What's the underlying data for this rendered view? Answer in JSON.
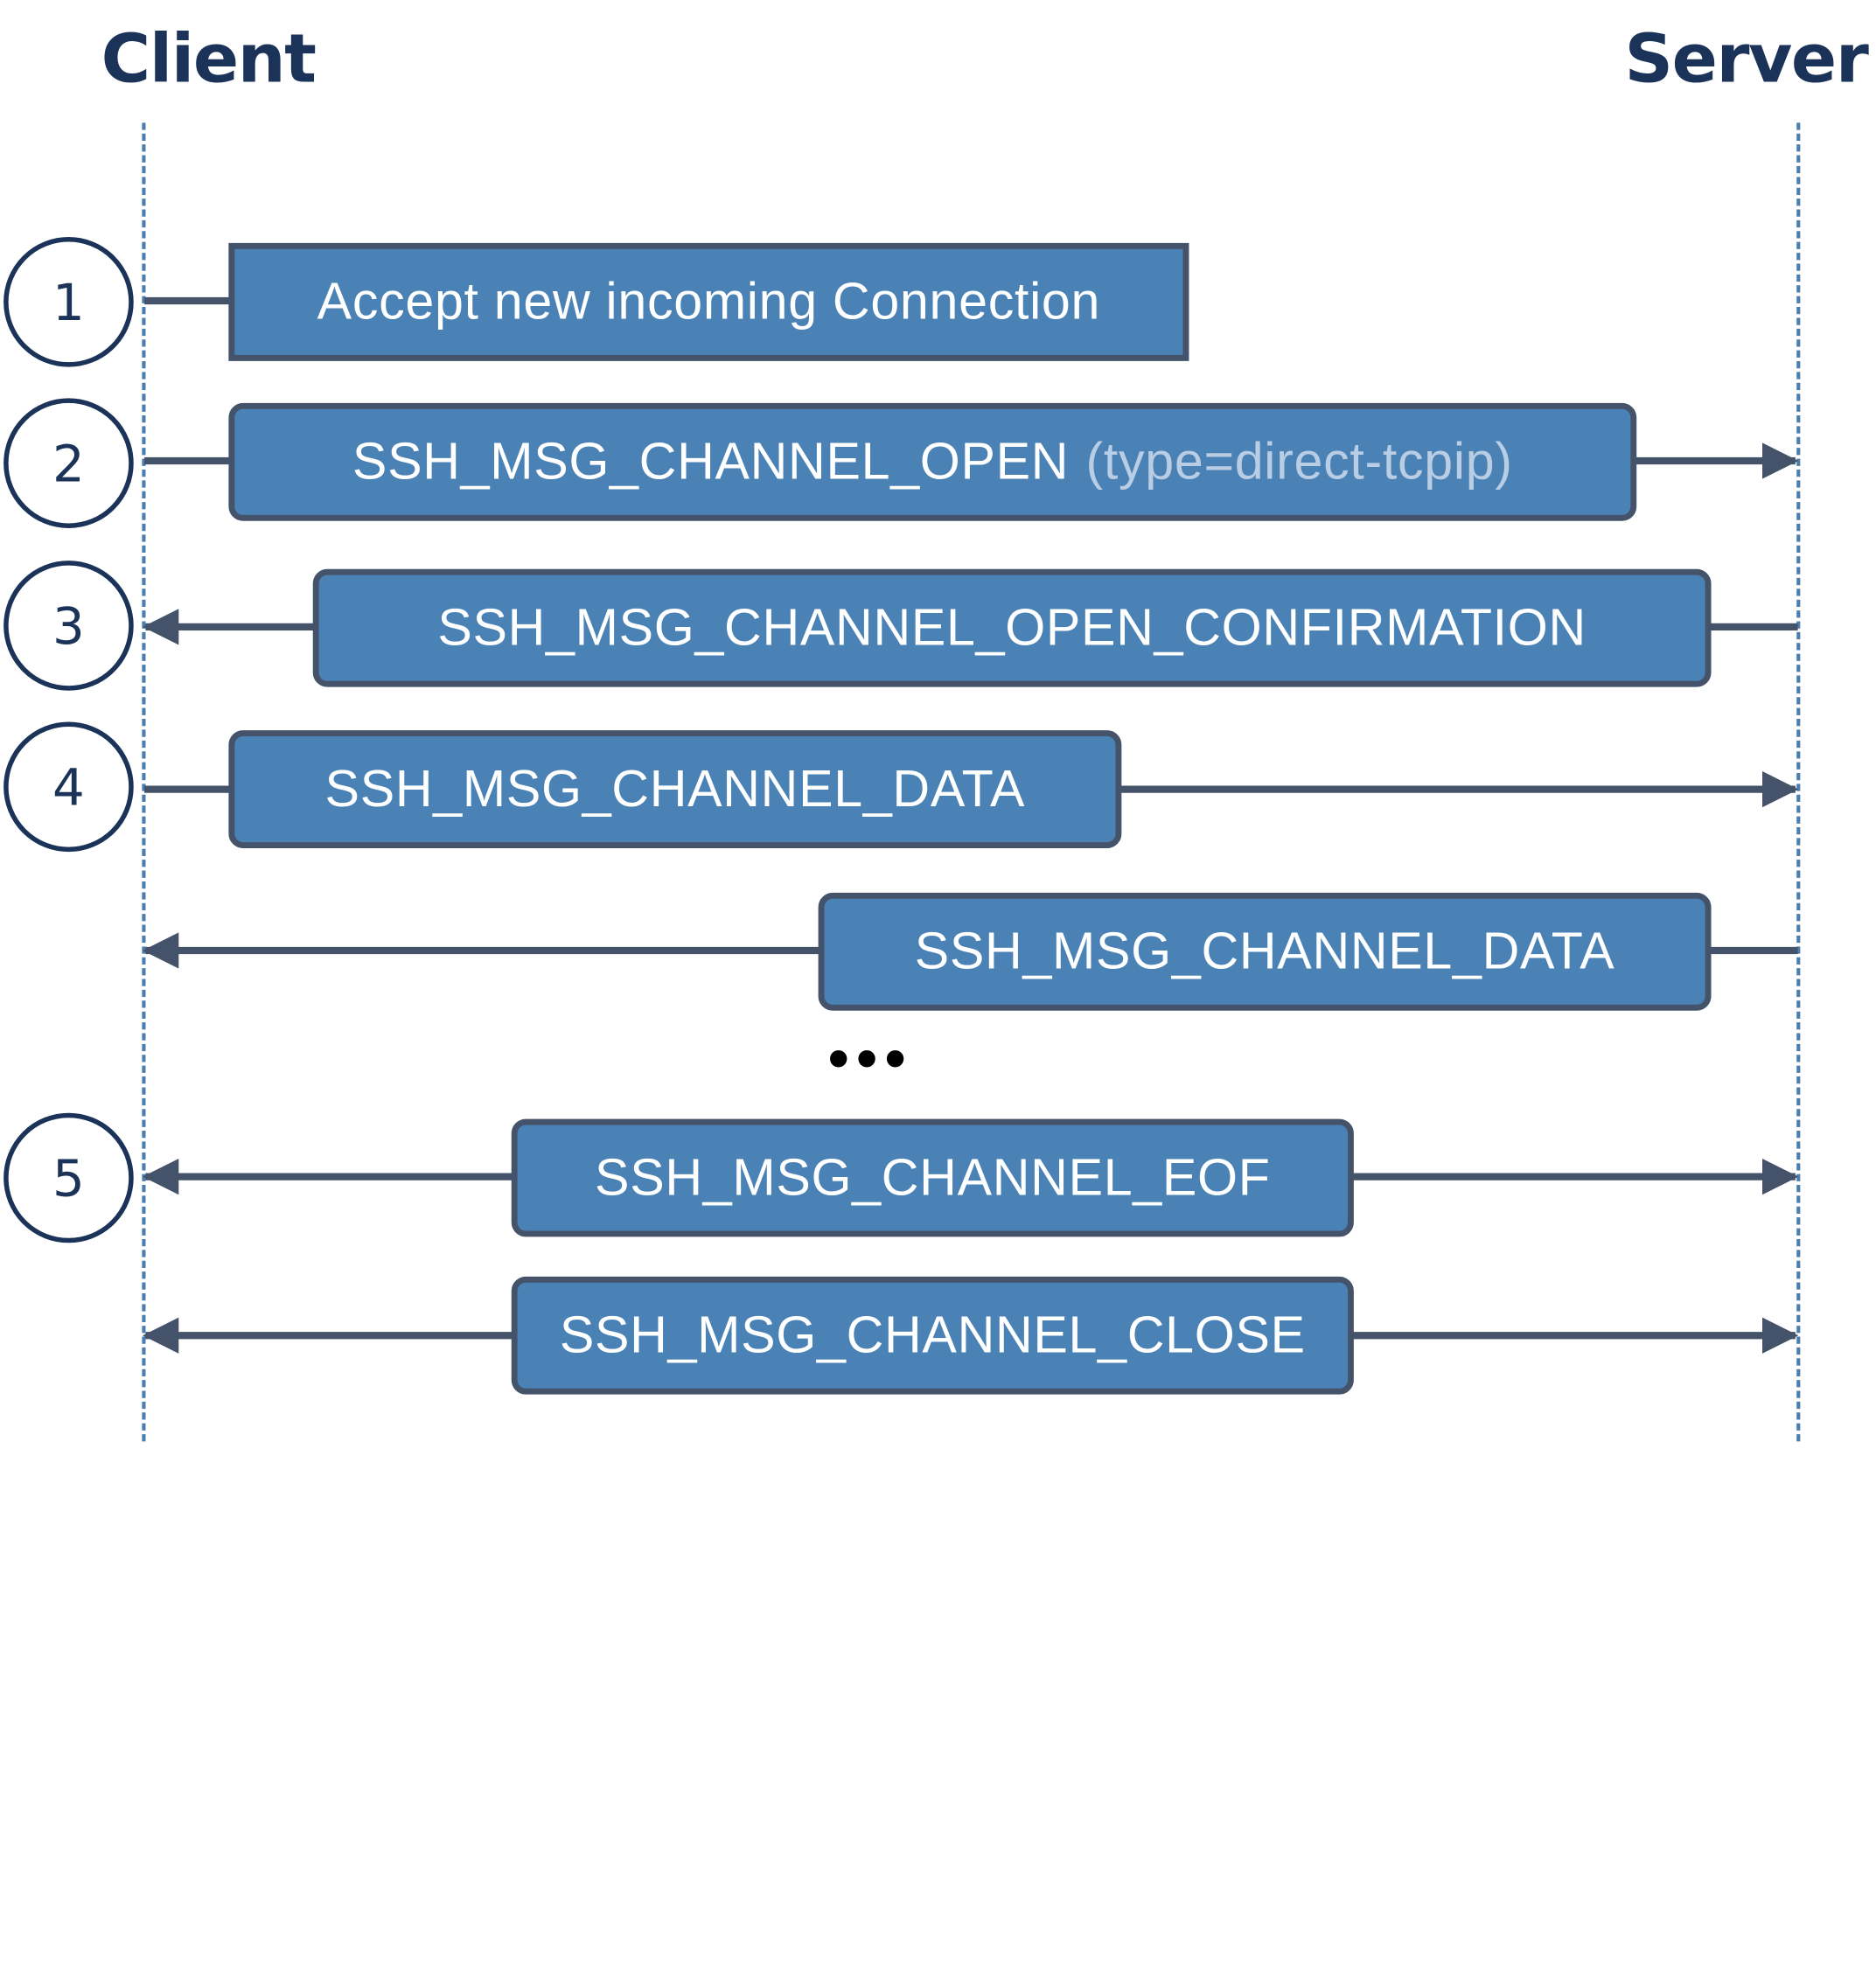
{
  "actors": {
    "client": "Client",
    "server": "Server"
  },
  "steps": [
    "1",
    "2",
    "3",
    "4",
    "5"
  ],
  "messages": [
    {
      "text": "Accept new incoming Connection",
      "param": ""
    },
    {
      "text": "SSH_MSG_CHANNEL_OPEN",
      "param": "(type=direct-tcpip)"
    },
    {
      "text": "SSH_MSG_CHANNEL_OPEN_CONFIRMATION",
      "param": ""
    },
    {
      "text": "SSH_MSG_CHANNEL_DATA",
      "param": ""
    },
    {
      "text": "SSH_MSG_CHANNEL_DATA",
      "param": ""
    },
    {
      "text": "SSH_MSG_CHANNEL_EOF",
      "param": ""
    },
    {
      "text": "SSH_MSG_CHANNEL_CLOSE",
      "param": ""
    }
  ],
  "ellipsis": "•••",
  "colors": {
    "navy": "#1b3358",
    "box_fill": "#4a82b6",
    "box_border": "#45536a",
    "lifeline": "#4a7eb0",
    "arrow": "#45536a",
    "param_text": "#b9cde4"
  }
}
